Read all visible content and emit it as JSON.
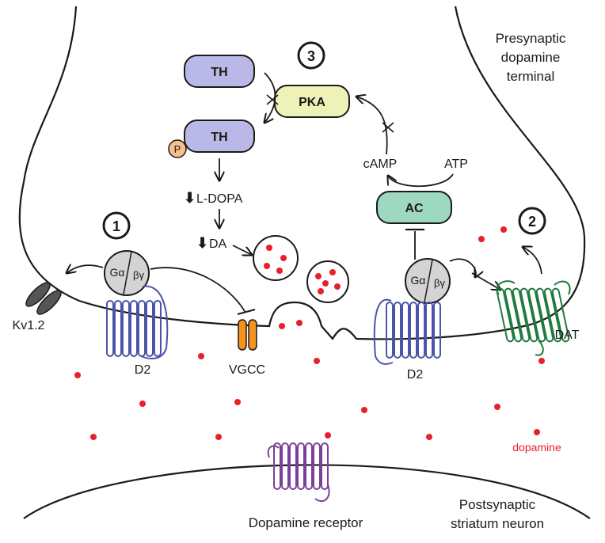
{
  "labels": {
    "presynaptic_line1": "Presynaptic",
    "presynaptic_line2": "dopamine",
    "presynaptic_line3": "terminal",
    "postsynaptic_line1": "Postsynaptic",
    "postsynaptic_line2": "striatum neuron",
    "th_top": "TH",
    "th_bottom": "TH",
    "phospho": "P",
    "pka": "PKA",
    "ac": "AC",
    "camp": "cAMP",
    "atp": "ATP",
    "ldopa": "L-DOPA",
    "da": "DA",
    "kv": "Kv1.2",
    "d2_left": "D2",
    "d2_right": "D2",
    "vgcc": "VGCC",
    "dat": "DAT",
    "dopamine": "dopamine",
    "dopamine_receptor": "Dopamine receptor",
    "galpha_left": "Gα",
    "gbg_left": "βγ",
    "galpha_right": "Gα",
    "gbg_right": "βγ",
    "step1": "1",
    "step2": "2",
    "step3": "3",
    "down_arrow": "⬇"
  },
  "colors": {
    "th_fill": "#b9b8e6",
    "pka_fill": "#eef2b8",
    "ac_fill": "#9ed8c0",
    "phospho_fill": "#f6c08a",
    "d2_stroke": "#4a55a8",
    "dat_stroke": "#1f7a3a",
    "vgcc_fill": "#f5921e",
    "receptor_stroke": "#7a3f9a",
    "dopamine_red": "#e8202a",
    "g_protein_fill": "#d4d4d4"
  }
}
